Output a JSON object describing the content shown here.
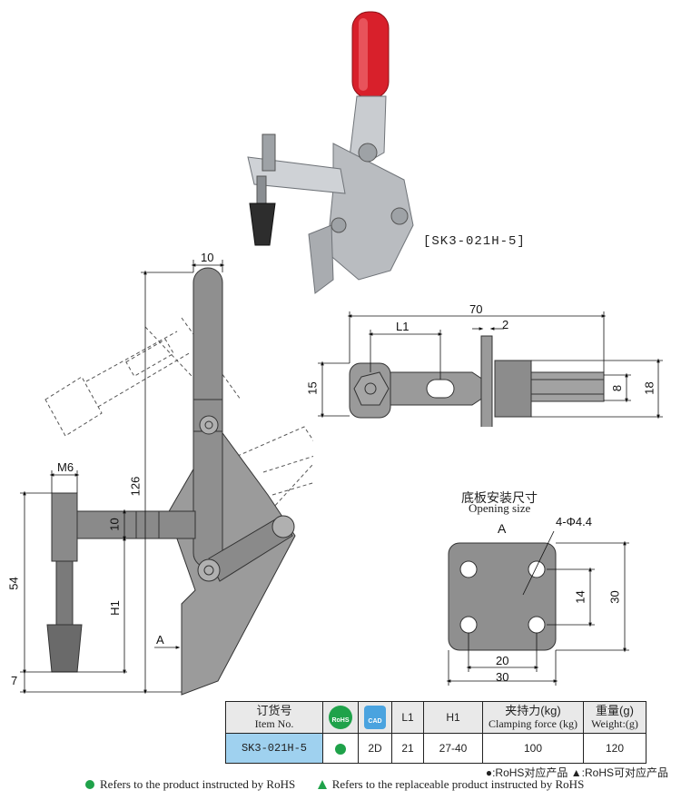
{
  "model_tag": "[SK3-021H-5]",
  "side_view": {
    "dim_top_width": "10",
    "dim_thread": "M6",
    "dim_height": "126",
    "dim_arm": "10",
    "dim_base": "54",
    "dim_h1": "H1",
    "dim_foot": "7",
    "view_letter": "A"
  },
  "top_view": {
    "dim_length": "70",
    "dim_l1": "L1",
    "dim_plate": "2",
    "dim_width": "15",
    "dim_slot": "8",
    "dim_overall": "18"
  },
  "base_plate": {
    "title_zh": "底板安装尺寸",
    "title_en": "Opening size",
    "view_letter": "A",
    "holes_label": "4-Φ4.4",
    "dim_v_inner": "14",
    "dim_v_outer": "30",
    "dim_h_inner": "20",
    "dim_h_outer": "30"
  },
  "table": {
    "headers": [
      {
        "zh": "订货号",
        "en": "Item No."
      },
      {
        "zh": "",
        "en": "RoHS"
      },
      {
        "zh": "",
        "en": "CAD"
      },
      {
        "zh": "",
        "en": "L1"
      },
      {
        "zh": "",
        "en": "H1"
      },
      {
        "zh": "夹持力(kg)",
        "en": "Clamping force (kg)"
      },
      {
        "zh": "重量(g)",
        "en": "Weight:(g)"
      }
    ],
    "row": {
      "item_no": "SK3-021H-5",
      "cad": "2D",
      "l1": "21",
      "h1": "27-40",
      "clamping_force": "100",
      "weight": "120"
    }
  },
  "notes": {
    "rohs_note": "●:RoHS对应产品  ▲:RoHS可对应产品",
    "legend_rohs": "Refers to the product instructed by RoHS",
    "legend_replaceable": "Refers to the replaceable product instructed by RoHS"
  },
  "colors": {
    "part_fill": "#8a8a8a",
    "part_dark": "#5a5a5a",
    "handle_red": "#d8202b",
    "rohs_green": "#1fa24a",
    "cad_blue": "#4aa3df",
    "model_cell": "#9fd1ef"
  }
}
